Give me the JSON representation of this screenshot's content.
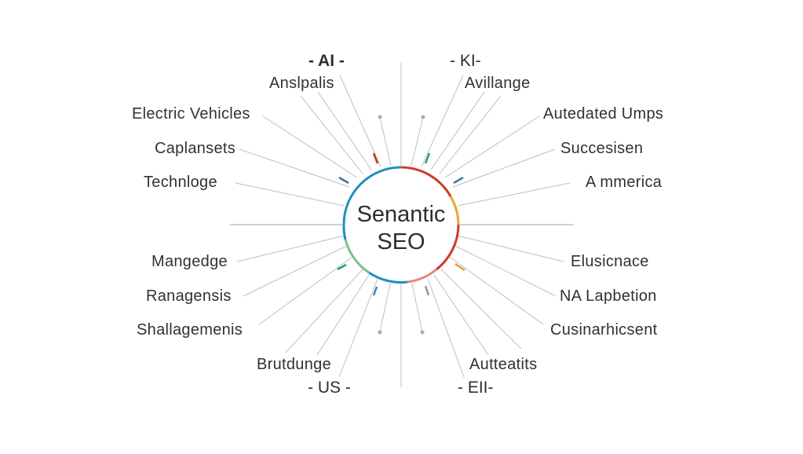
{
  "diagram": {
    "center": {
      "line1": "Senantic",
      "line2": "SEO"
    },
    "axis_labels": {
      "top_left": "- AI -",
      "top_right": "- KI-",
      "bottom_left": "- US -",
      "bottom_right": "- EII-"
    },
    "left_labels": [
      "Anslpalis",
      "Electric Vehicles",
      "Caplansets",
      "Technloge",
      "Mangedge",
      "Ranagensis",
      "Shallagemenis",
      "Brutdunge"
    ],
    "right_labels": [
      "Avillange",
      "Autedated Umps",
      "Succesisen",
      "A mmerica",
      "Elusicnace",
      "NA Lapbetion",
      "Cusinarhicsent",
      "Autteatits"
    ],
    "ring_colors": {
      "blue": "#1f8fc0",
      "red": "#d03a2c",
      "orange": "#e8a530",
      "green": "#7cc08a",
      "salmon": "#e8857a"
    },
    "spoke_color": "#b9bcbf"
  }
}
